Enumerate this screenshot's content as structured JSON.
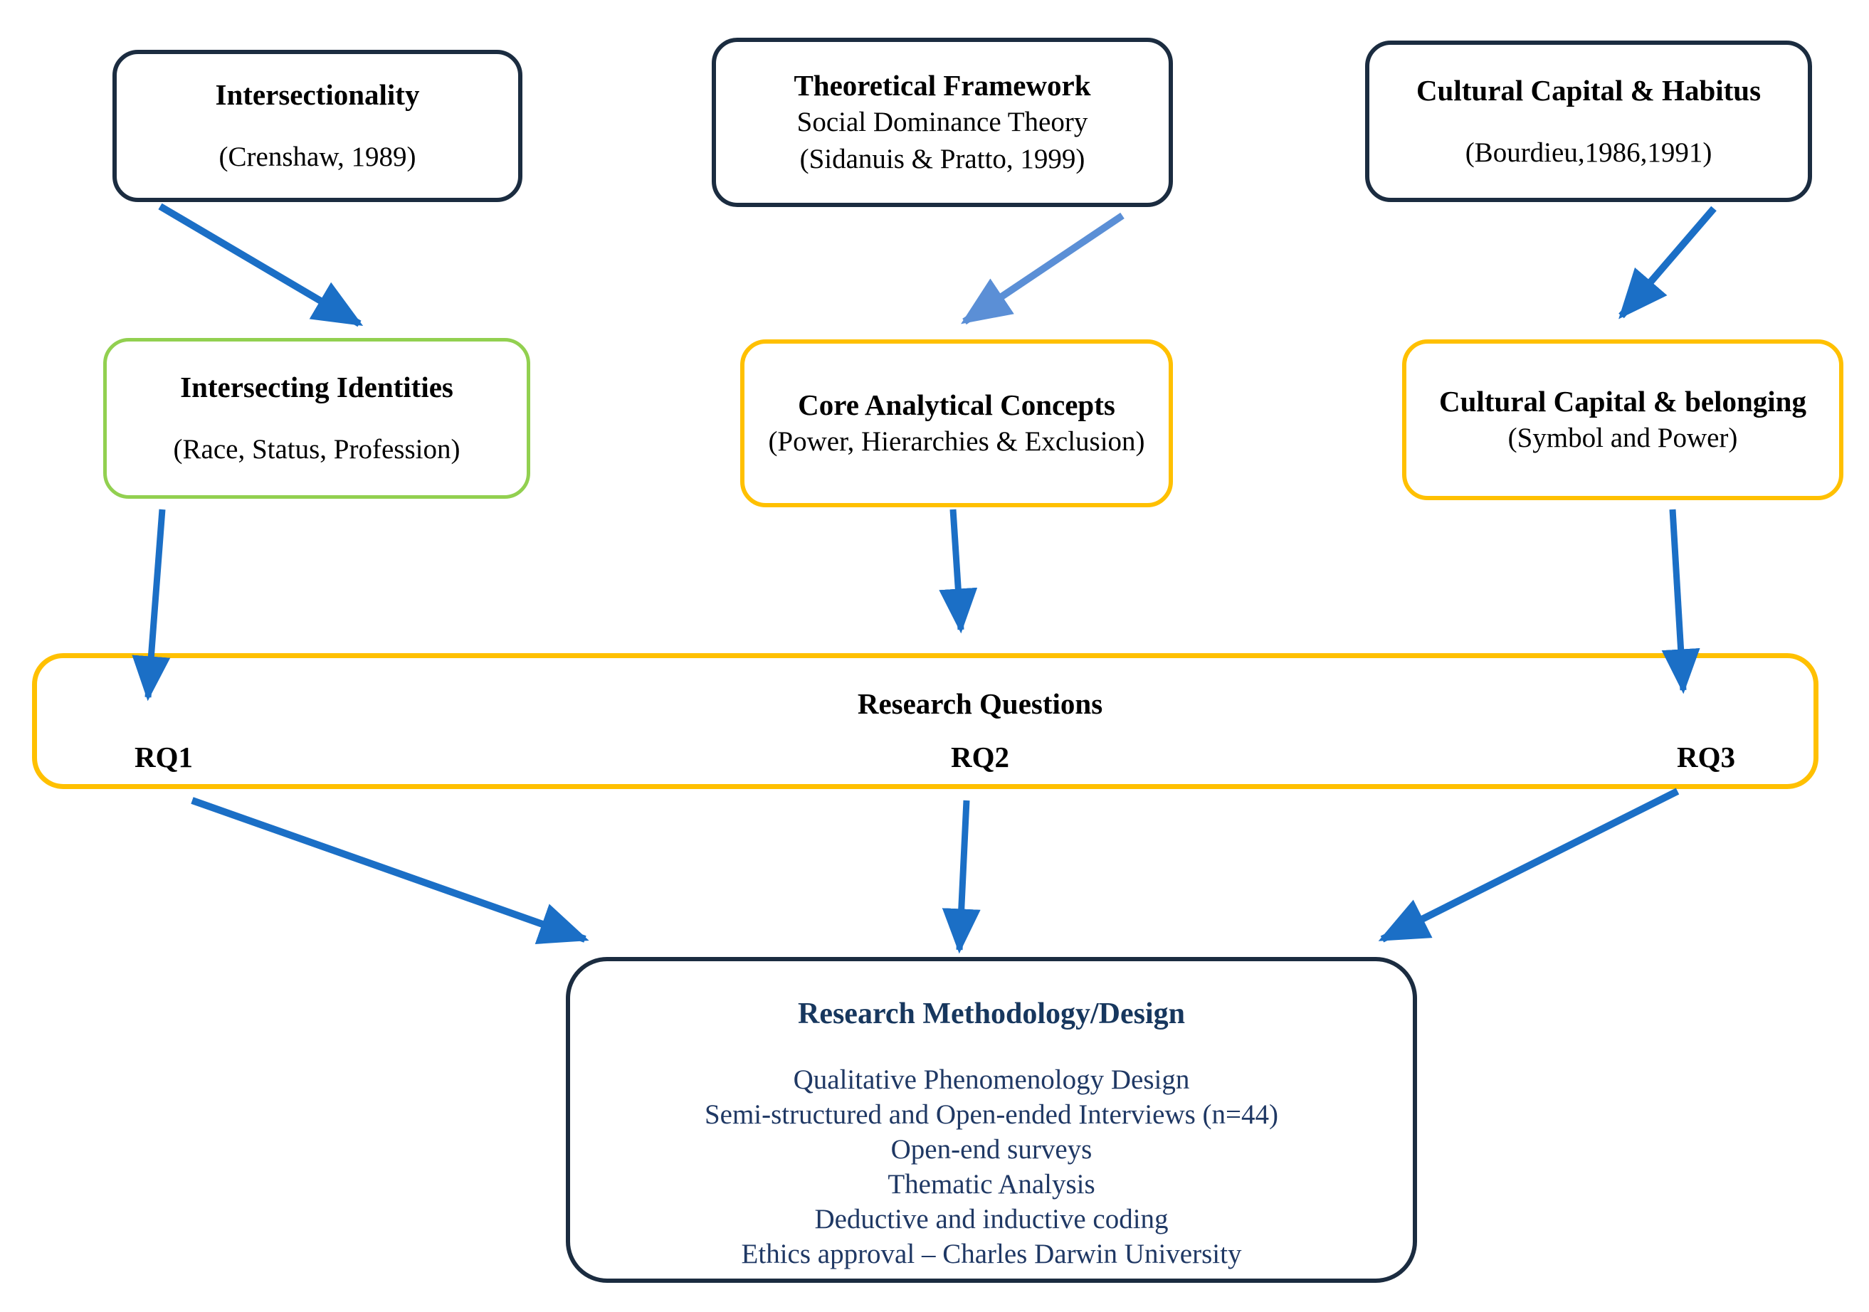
{
  "boxes": {
    "intersectionality": {
      "title": "Intersectionality",
      "subtitle": "(Crenshaw, 1989)"
    },
    "theoretical_framework": {
      "title": "Theoretical Framework",
      "line1": "Social Dominance Theory",
      "line2": "(Sidanuis & Pratto, 1999)"
    },
    "cultural_capital_habitus": {
      "title": "Cultural Capital & Habitus",
      "subtitle": "(Bourdieu,1986,1991)"
    },
    "intersecting_identities": {
      "title": "Intersecting Identities",
      "subtitle": "(Race, Status, Profession)"
    },
    "core_analytical_concepts": {
      "title": "Core Analytical Concepts",
      "line1": "(Power, Hierarchies & Exclusion)"
    },
    "cultural_capital_belonging": {
      "title": "Cultural Capital & belonging",
      "line1": "(Symbol and Power)"
    },
    "research_questions": {
      "title": "Research Questions",
      "rq1": "RQ1",
      "rq2": "RQ2",
      "rq3": "RQ3"
    },
    "methodology": {
      "title": "Research Methodology/Design",
      "lines": [
        "Qualitative Phenomenology Design",
        "Semi-structured and Open-ended Interviews (n=44)",
        "Open-end surveys",
        "Thematic Analysis",
        "Deductive and inductive coding",
        "Ethics approval – Charles Darwin University"
      ]
    }
  },
  "colors": {
    "navy_border": "#1B2C40",
    "green_border": "#92D050",
    "gold_border": "#FFC000",
    "arrow_blue": "#1B6FC6",
    "arrow_light_blue": "#5B8FD6",
    "methodology_text": "#1F3864"
  }
}
